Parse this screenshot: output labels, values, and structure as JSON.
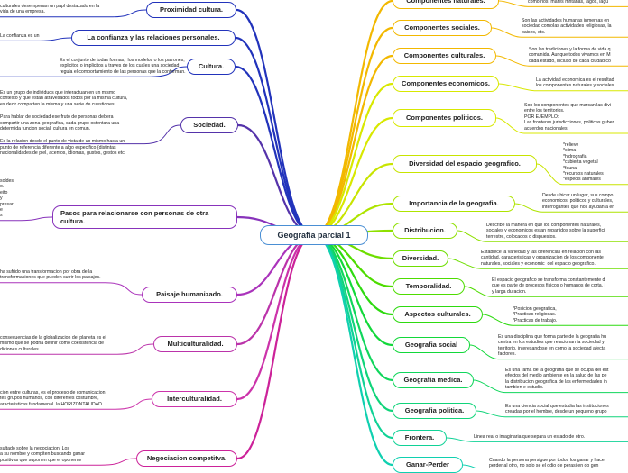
{
  "center": {
    "label": "Geografia parcial 1"
  },
  "left": [
    {
      "label": "Proximidad cultura.",
      "color": "#2233bb",
      "notes": [
        "culturales desempenan un papl destacado en la",
        "vida de una empresa."
      ]
    },
    {
      "label": "La confianza y las relaciones personales.",
      "color": "#2233bb",
      "notes": [
        "La confianza es un"
      ]
    },
    {
      "label": "Cultura.",
      "color": "#2233bb",
      "notes": [
        "Es el conjunto de todas formas,  los modelos o los patrones,",
        "explicitos o implicitos a traves de los cuales una sociedad",
        "regula el comportamiento de las personas que la conforman."
      ]
    },
    {
      "label": "Sociedad.",
      "color": "#5533aa",
      "notes": [
        "Es un grupo de individuos que interactuan en un mismo",
        "contexto y que estan atravesados todos por la misma cultura,",
        "es decir comparten la misma y una serie de cuestiones.",
        "Para hablar de sociedad ese fruto de personas debera",
        "compartir una zona geografica, cada grupo ostentara una",
        "determida funcion social, cultura en comun.",
        "Es la relacion desde el punto de vista de uo mismo hacia un",
        "punto de referencia diferente a algo especifico (distintas",
        "nacionalidades de piel, acentos, idiomas, gustos, gestos etc."
      ]
    },
    {
      "label": "Pasos para relacionarse con personas de otra cultura.",
      "color": "#8833bb",
      "notes": [
        "soldes",
        "o.",
        "eito",
        "y",
        "presar",
        "e",
        "s"
      ]
    },
    {
      "label": "Paisaje humanizado.",
      "color": "#aa33bb",
      "notes": [
        "ha sufrido una transformacion por obra de la",
        "transformaciones que pueden sufrir los paisajes."
      ]
    },
    {
      "label": "Multiculturalidad.",
      "color": "#bb33aa",
      "notes": [
        "consecuencias de la globalizacion del planeta es el",
        "mismo que se podria definir como coexistencia de",
        "diciones culturales."
      ]
    },
    {
      "label": "Interculturalidad.",
      "color": "#cc33aa",
      "notes": [
        "cion entre culturas, es el proceso de comunicacion",
        "tes grupos humanos, con diferentes costumbre,",
        "aracteristicas fundamenal. la HORIZONTALIDAD."
      ]
    },
    {
      "label": "Negociacion competitva.",
      "color": "#cc2299",
      "notes": [
        "sultado sobre la negociacion. Los",
        "a su nombre y compiten buscando ganar",
        "positivas que suponen que el oponente"
      ]
    }
  ],
  "right": [
    {
      "label": "Componentes naturales.",
      "color": "#f2b800",
      "notes": [
        "como rios, mares mntanas, lagos, lagu"
      ]
    },
    {
      "label": "Componentes sociales.",
      "color": "#f2b800",
      "notes": [
        "Son las actividades humanas inmersas en",
        "sociedad comoIas actividades religiosas, la",
        "paises, etc."
      ]
    },
    {
      "label": "Componentes culturales.",
      "color": "#f2b800",
      "notes": [
        "Son las tradiciones y la forma de vida q",
        "comunida. Aunque todos vivamos en M",
        "cada estado, incluso de cada ciudad co"
      ]
    },
    {
      "label": "Componentes economicos.",
      "color": "#d8e800",
      "notes": [
        "La actividad economica es el resultad",
        "los componentes naturales y sociales"
      ]
    },
    {
      "label": "Componentes politicos.",
      "color": "#d8e800",
      "notes": [
        "Son los componentes que marcan las divi",
        "entre los territorios.",
        "POR EJEMPLO:",
        "Las fronteras jurisdicciones, politicas guber",
        "acuerdos nacionales."
      ]
    },
    {
      "label": "Diversidad del espacio geografico.",
      "color": "#c8e400",
      "notes": [
        "*relieve",
        "*clima",
        "*hidrografia",
        "*cubierta vegetal",
        "*fauna",
        "*recursos naturales",
        "*especis animales"
      ]
    },
    {
      "label": "Importancia de la geografia.",
      "color": "#aee400",
      "notes": [
        "Desde ubicar un lugar, sus compo",
        "economicos, politicos y culturales,",
        "interrogantes que nos ayudan a en"
      ]
    },
    {
      "label": "Distribucion.",
      "color": "#8ee000",
      "notes": [
        "Describe la manera en que los componentes naturales,",
        "sociales y economicos estan repartidos sobre la superfici",
        "terrestre, colocados o dispuestos."
      ]
    },
    {
      "label": "Diversidad.",
      "color": "#6ede00",
      "notes": [
        "Establece la variedad y las diferencias en relacion con las",
        "cantidad, caracteristicas y organizacion de los componente",
        "naturales, sociales y economic  del espacio geografico."
      ]
    },
    {
      "label": "Temporalidad.",
      "color": "#4edc00",
      "notes": [
        "El espacio geografico se transforma constantemente d",
        "que es parte de procesos fisicos o humanos de corta, l",
        "y larga duracion."
      ]
    },
    {
      "label": "Aspectos culturales.",
      "color": "#2eda10",
      "notes": [
        "*Posicion geografica,",
        "*Practicas religiosas.",
        "*Practicas de trabajo."
      ]
    },
    {
      "label": "Geografia social",
      "color": "#12d83a",
      "notes": [
        "Es una disciplina que forma parte de la geografia hu",
        "centra en los estudios que relacionan la sociedad y",
        "territorio, interesandose en como la sociedad afecta",
        "factores."
      ]
    },
    {
      "label": "Geografia medica.",
      "color": "#10d65c",
      "notes": [
        "Es una rama de la geografia que se ocupa del est",
        "efectos del medio ambiente en la salud de las pe",
        "la distribucion geografica de las enfermedades in",
        "tambien e estudio."
      ]
    },
    {
      "label": "Geografia politica.",
      "color": "#10d47a",
      "notes": [
        "Es una ciencia social que estudia las instituciones",
        "creadas por el hombre, desde un pequeno grupo"
      ]
    },
    {
      "label": "Frontera.",
      "color": "#10d296",
      "notes": [
        "Linea real o imaginaria que separa un estado de otro."
      ]
    },
    {
      "label": "Ganar-Perder",
      "color": "#10d0b0",
      "notes": [
        "Cuando la persona persigue por todos los ganar y hace",
        "perder al otro, no solo se el odio de perasi en do gen"
      ]
    }
  ]
}
